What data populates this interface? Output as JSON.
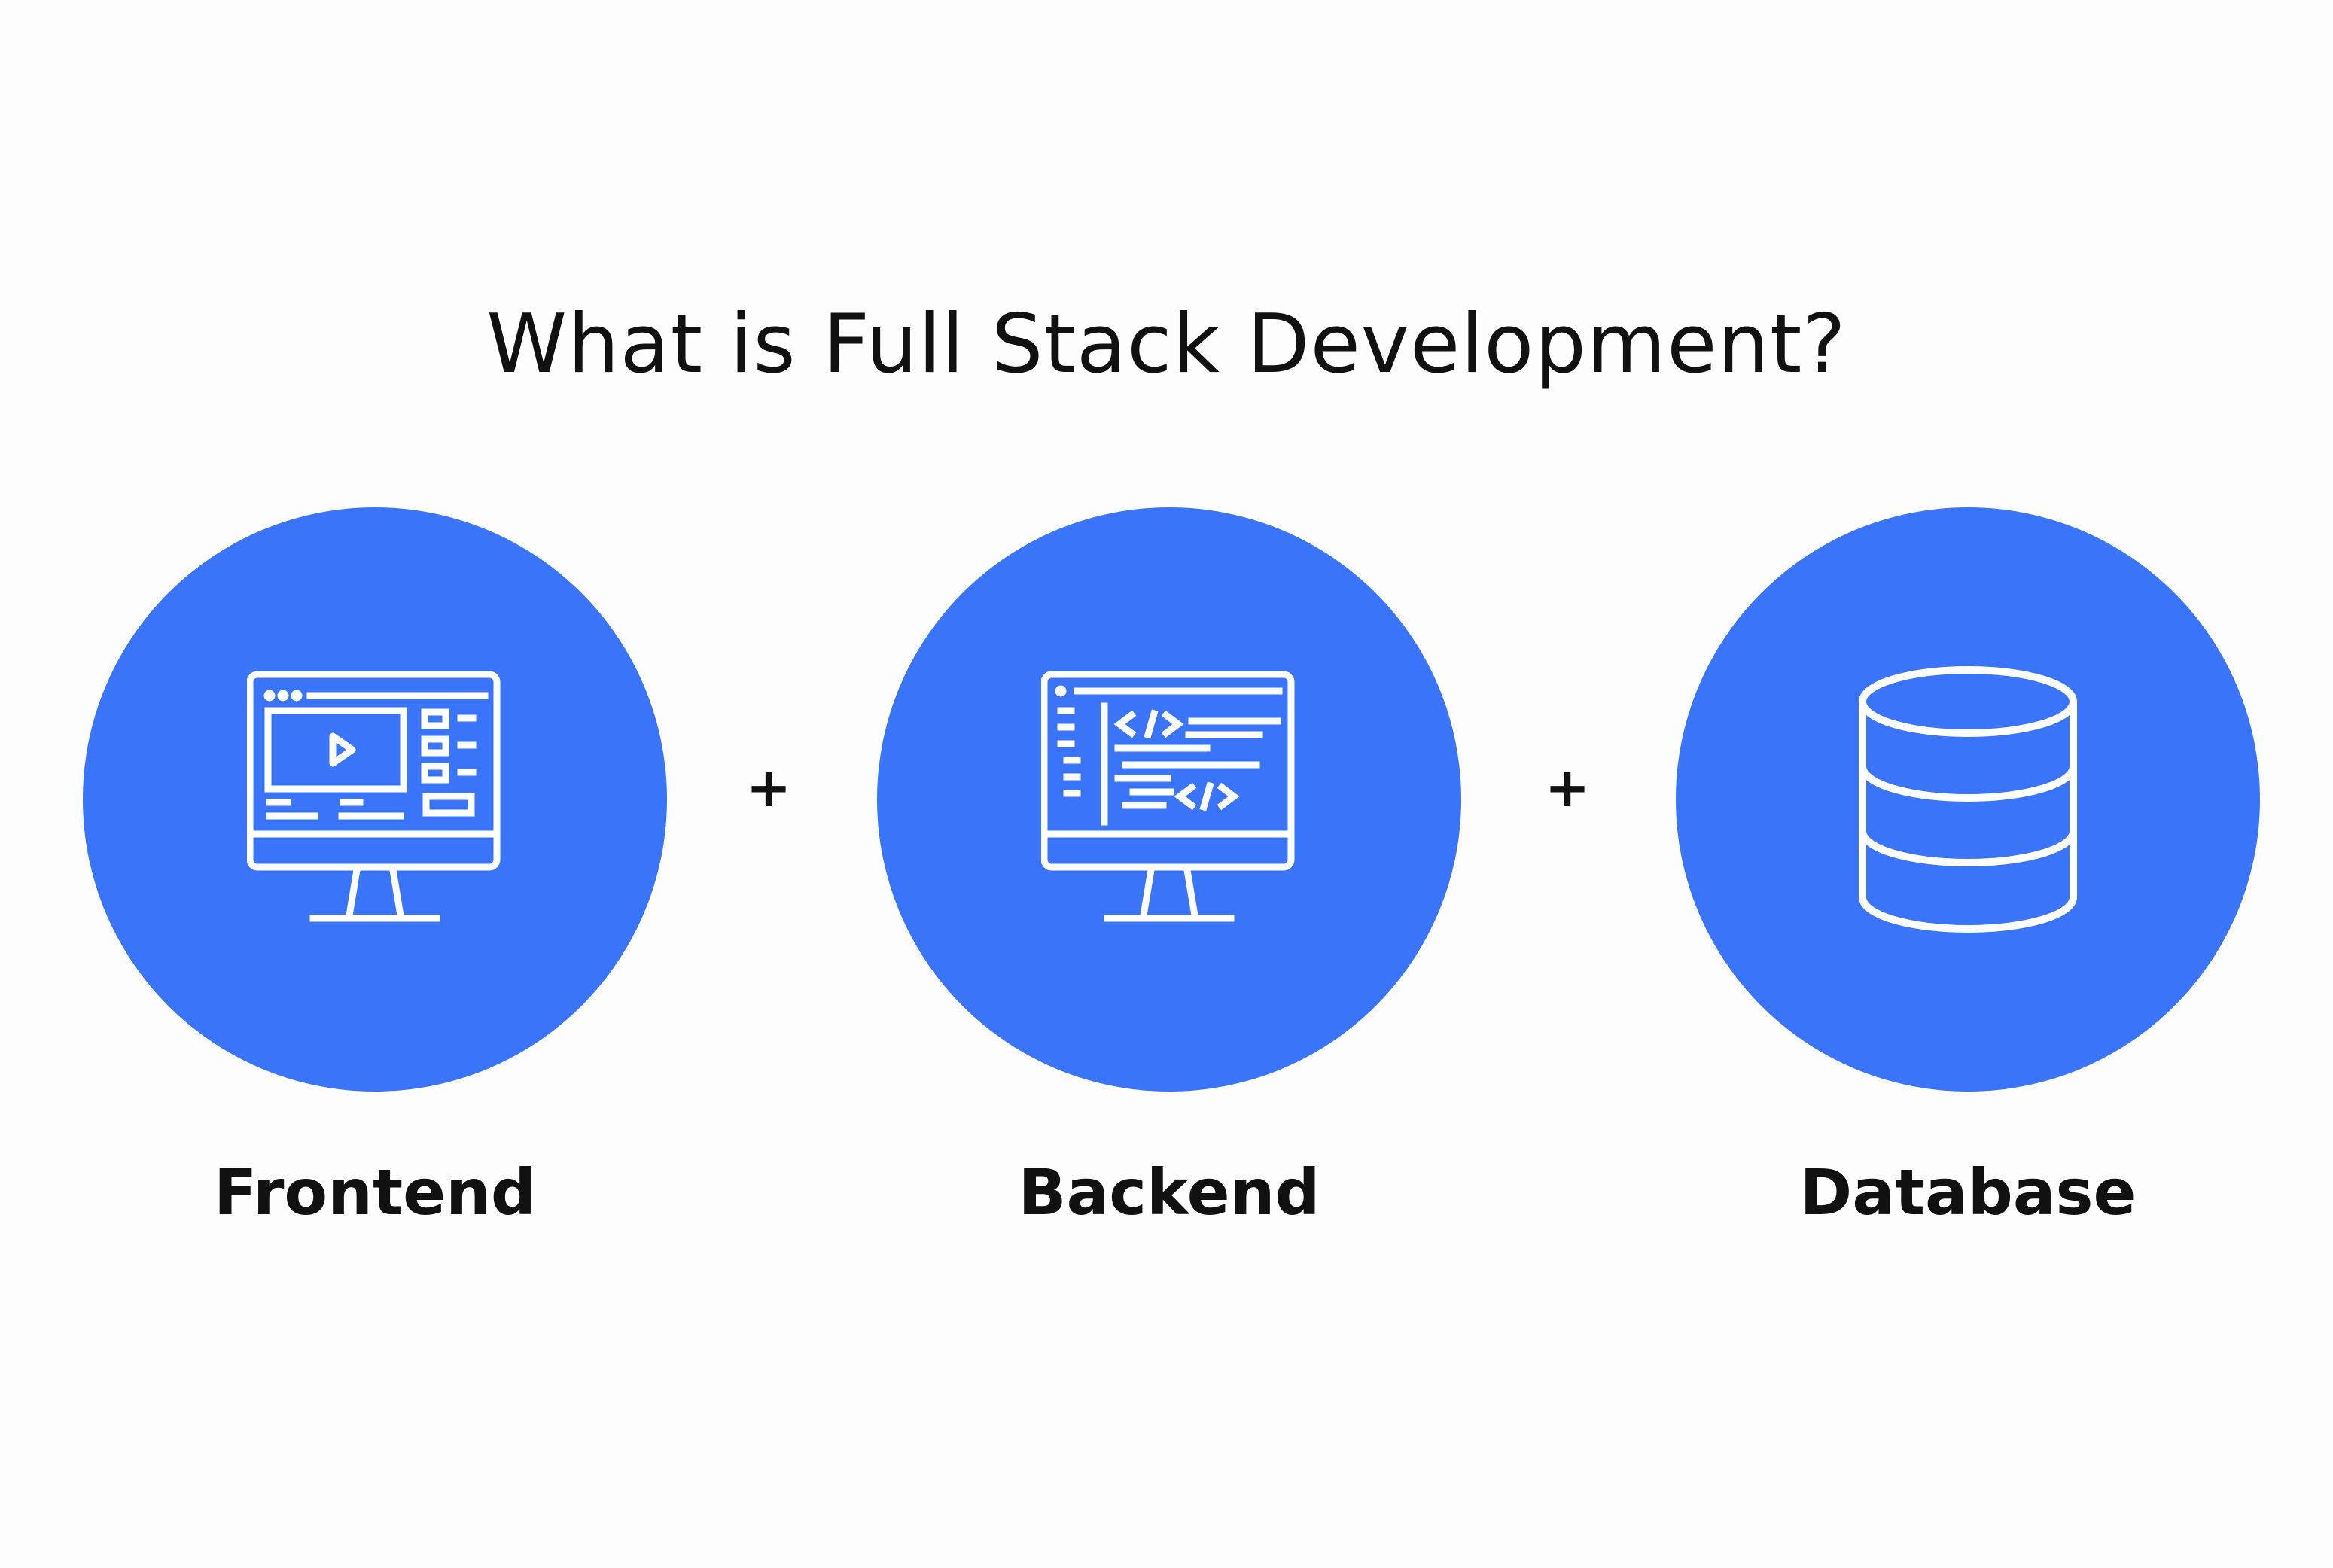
{
  "title": "What is Full Stack Development?",
  "accent_color": "#3a74f8",
  "components": [
    {
      "label": "Frontend",
      "icon": "monitor-video-icon"
    },
    {
      "label": "Backend",
      "icon": "monitor-code-icon"
    },
    {
      "label": "Database",
      "icon": "database-icon"
    }
  ],
  "separators": [
    "+",
    "+"
  ]
}
